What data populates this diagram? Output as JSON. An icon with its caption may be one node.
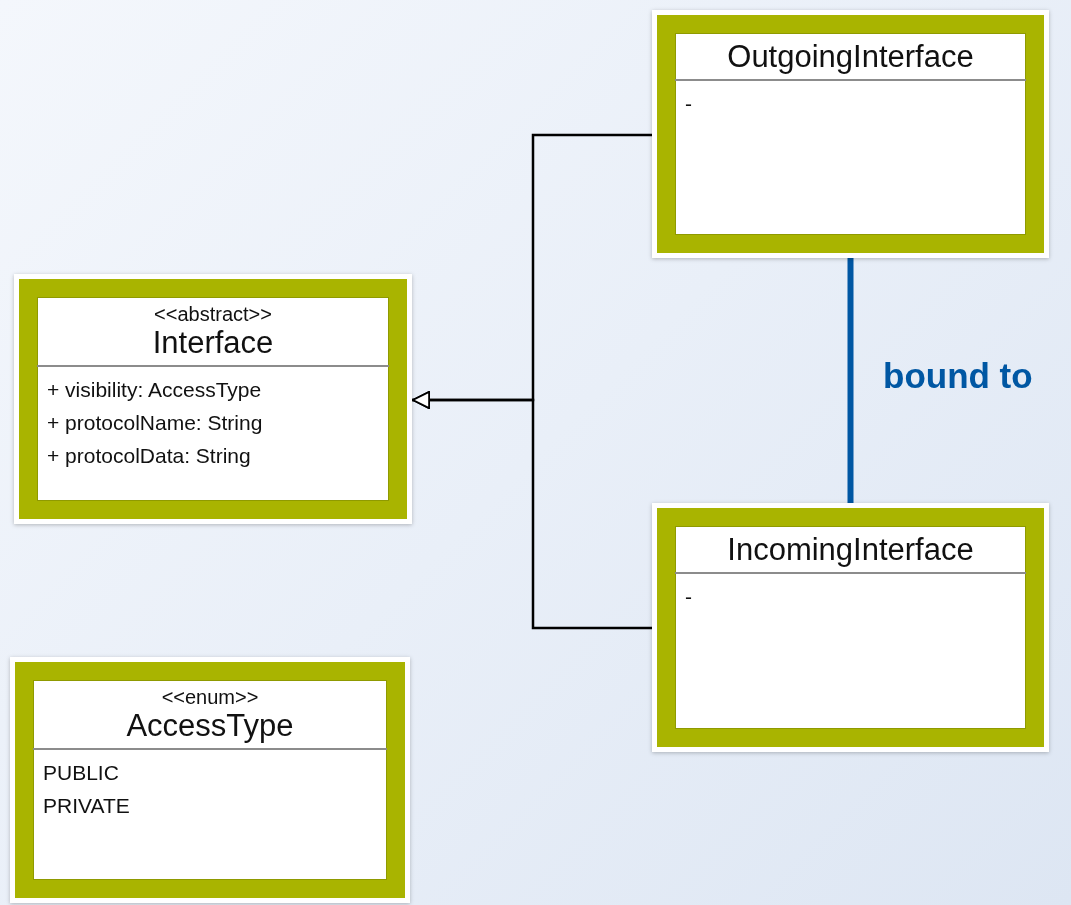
{
  "diagram": {
    "nodes": [
      {
        "text": [
          "OutgoingInterface",
          "-"
        ]
      },
      {
        "text": [
          "<<abstract>>",
          "Interface",
          "+ visibility: AccessType",
          "+ protocolName: String",
          "+ protocolData: String"
        ]
      },
      {
        "text": [
          "IncomingInterface",
          "-"
        ]
      },
      {
        "text": [
          "<<enum>>",
          "AccessType",
          "PUBLIC",
          "PRIVATE"
        ]
      }
    ],
    "edges": [
      {
        "from": 0,
        "to": 1,
        "arrow": "to"
      },
      {
        "from": 2,
        "to": 1,
        "arrow": "to"
      },
      {
        "from": 0,
        "to": 2,
        "arrow": "none",
        "label": "bound to",
        "style": "thick",
        "color": "#0057a3"
      }
    ]
  }
}
